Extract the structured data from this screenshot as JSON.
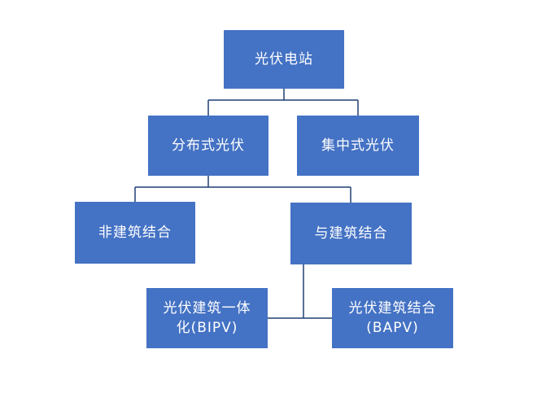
{
  "diagram": {
    "nodes": {
      "root": "光伏电站",
      "distributed": "分布式光伏",
      "centralized": "集中式光伏",
      "non_building": "非建筑结合",
      "with_building": "与建筑结合",
      "bipv": "光伏建筑一体\n化(BIPV)",
      "bapv": "光伏建筑结合\n(BAPV)"
    },
    "edges": [
      [
        "root",
        "distributed"
      ],
      [
        "root",
        "centralized"
      ],
      [
        "distributed",
        "non_building"
      ],
      [
        "distributed",
        "with_building"
      ],
      [
        "with_building",
        "bipv"
      ],
      [
        "with_building",
        "bapv"
      ]
    ],
    "colors": {
      "node_fill": "#4472c4",
      "node_text": "#ffffff",
      "connector": "#1f3f73"
    }
  }
}
